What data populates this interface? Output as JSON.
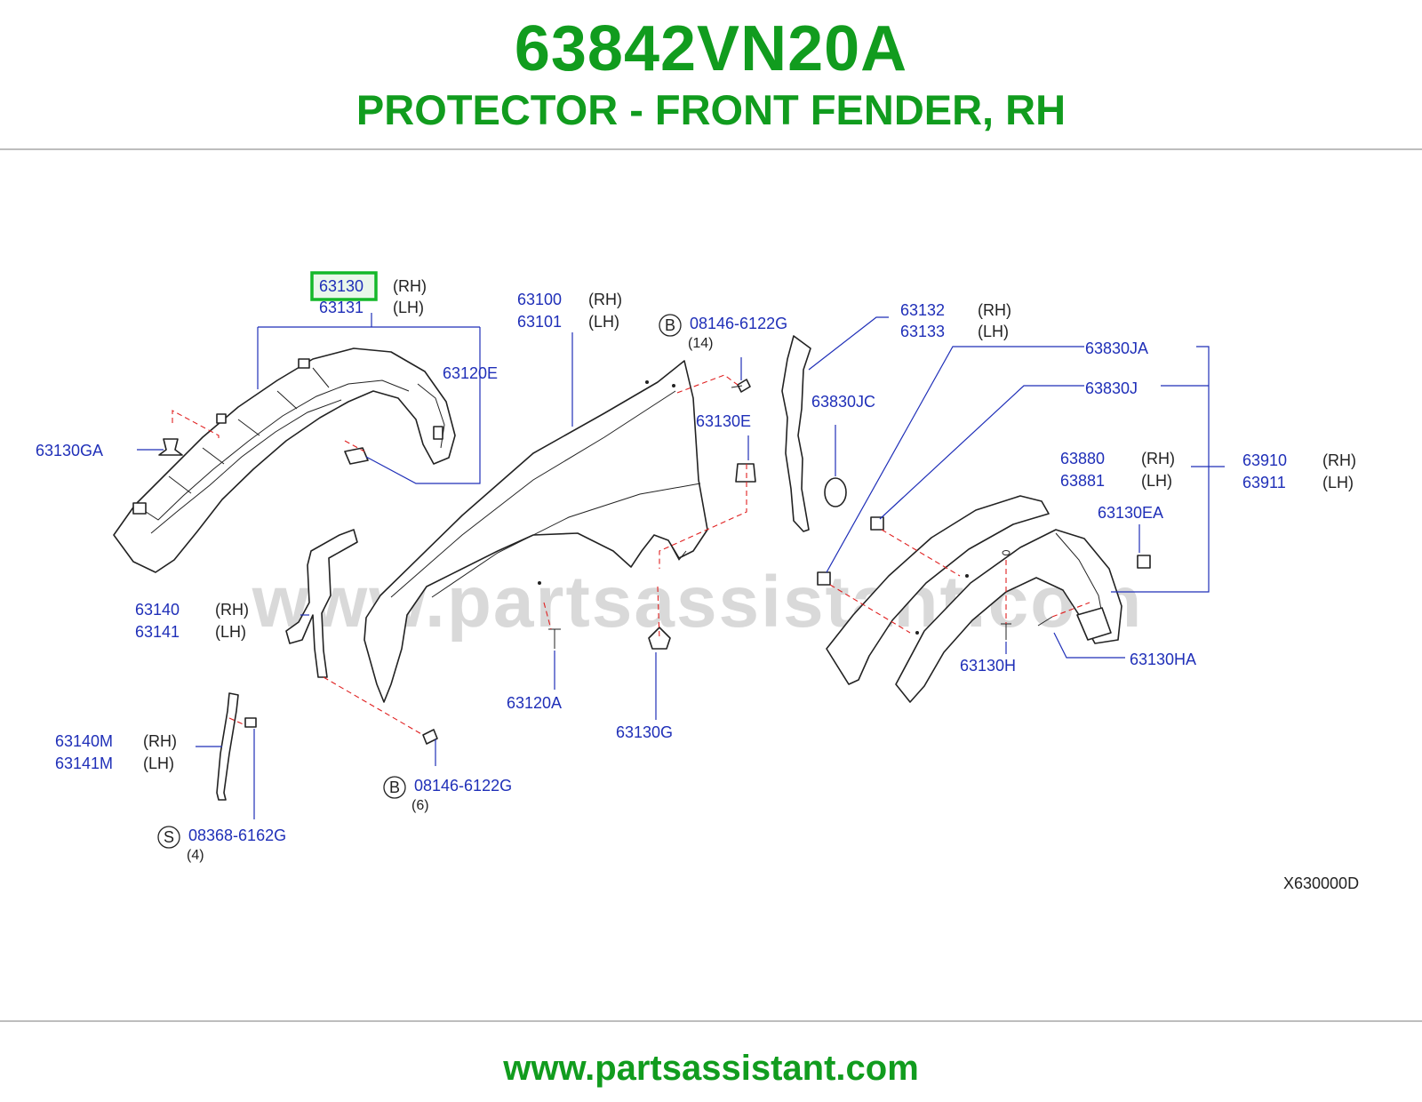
{
  "header": {
    "part_number": "63842VN20A",
    "part_name": "PROTECTOR - FRONT FENDER, RH"
  },
  "watermark": "www.partsassistant.com",
  "diagram_code": "X630000D",
  "highlight_color": "#14b82a",
  "labels": {
    "p63130": "63130",
    "p63131": "63131",
    "p63130_side": "(RH)",
    "p63131_side": "(LH)",
    "p63120E": "63120E",
    "p63130GA": "63130GA",
    "p63100": "63100",
    "p63101": "63101",
    "p63100_side": "(RH)",
    "p63101_side": "(LH)",
    "b1_symbol": "B",
    "b1_part": "08146-6122G",
    "b1_qty": "(14)",
    "p63130E": "63130E",
    "p63132": "63132",
    "p63133": "63133",
    "p63132_side": "(RH)",
    "p63133_side": "(LH)",
    "p63830JC": "63830JC",
    "p63830JA": "63830JA",
    "p63830J": "63830J",
    "p63880": "63880",
    "p63881": "63881",
    "p63880_side": "(RH)",
    "p63881_side": "(LH)",
    "p63910": "63910",
    "p63911": "63911",
    "p63910_side": "(RH)",
    "p63911_side": "(LH)",
    "p63130EA": "63130EA",
    "p63140": "63140",
    "p63141": "63141",
    "p63140_side": "(RH)",
    "p63141_side": "(LH)",
    "p63120A": "63120A",
    "p63130G": "63130G",
    "p63130H": "63130H",
    "p63130HA": "63130HA",
    "p63140M": "63140M",
    "p63141M": "63141M",
    "p63140M_side": "(RH)",
    "p63141M_side": "(LH)",
    "b2_symbol": "B",
    "b2_part": "08146-6122G",
    "b2_qty": "(6)",
    "s_symbol": "S",
    "s_part": "08368-6162G",
    "s_qty": "(4)"
  },
  "footer": {
    "url": "www.partsassistant.com"
  }
}
